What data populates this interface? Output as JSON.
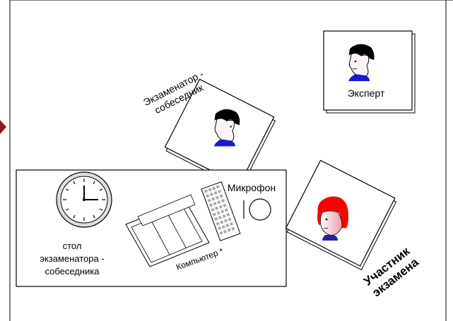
{
  "labels": {
    "expert": "Эксперт",
    "examiner_line1": "Экзаменатор -",
    "examiner_line2": "собеседник",
    "microphone": "Микрофон",
    "computer": "Компьютер *",
    "table_line1": "стол",
    "table_line2": "экзаменатора -",
    "table_line3": "собеседника",
    "participant_line1": "Участник",
    "participant_line2": "экзамена"
  },
  "colors": {
    "participant_hair": "#ff0000",
    "face_outline": "#000000",
    "collar": "#1a1acc",
    "participant_collar": "#2020a0",
    "edge_marker": "#8b1a1a"
  },
  "icons": [
    "person-icon",
    "clock-icon",
    "microphone-icon",
    "laptop-icon",
    "keyboard-icon"
  ]
}
